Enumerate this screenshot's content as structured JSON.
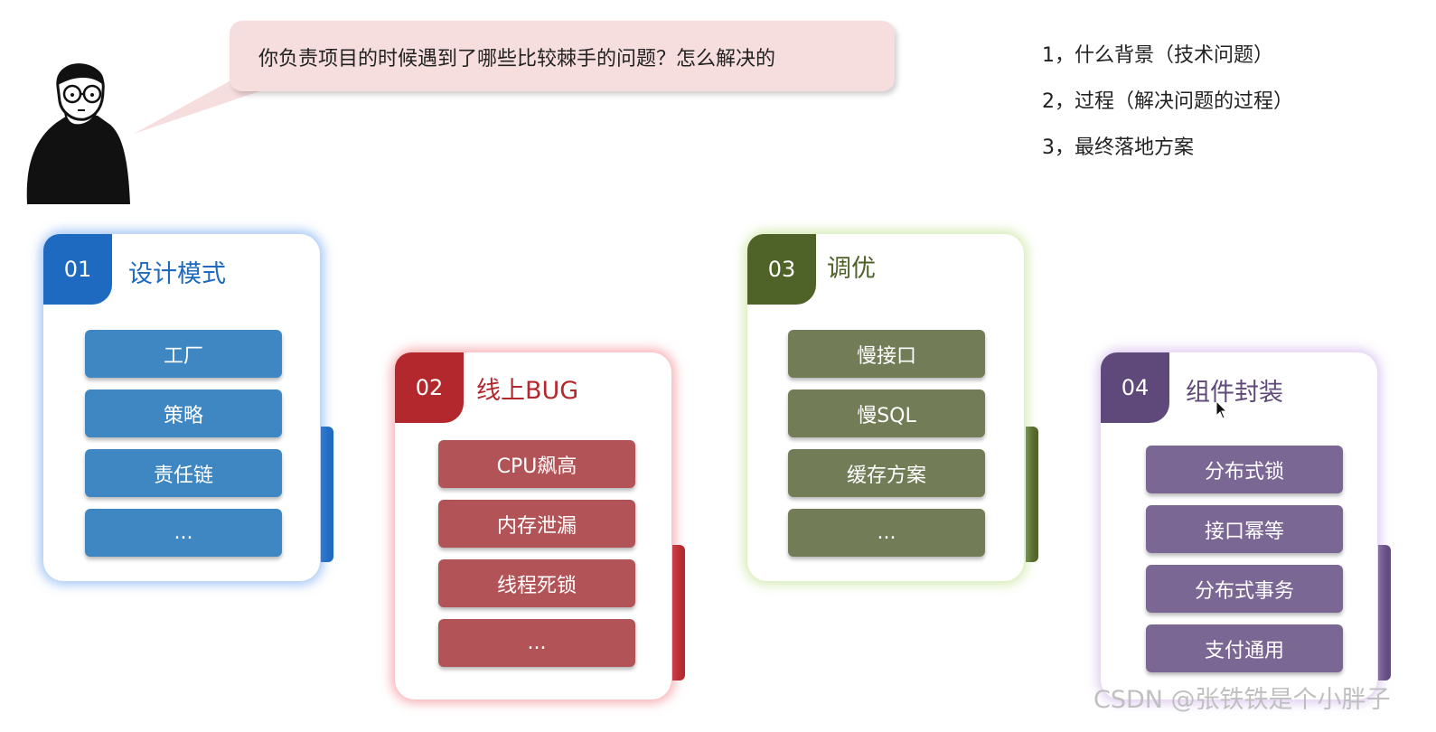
{
  "question": "你负责项目的时候遇到了哪些比较棘手的问题？怎么解决的",
  "steps": [
    "1，什么背景（技术问题）",
    "2，过程（解决问题的过程）",
    "3，最终落地方案"
  ],
  "cards": [
    {
      "num": "01",
      "title": "设计模式",
      "color": "#1e6ac0",
      "item_color": "#3e87c3",
      "items": [
        "工厂",
        "策略",
        "责任链",
        "..."
      ]
    },
    {
      "num": "02",
      "title": "线上BUG",
      "color": "#b3282d",
      "item_color": "#b25457",
      "items": [
        "CPU飙高",
        "内存泄漏",
        "线程死锁",
        "..."
      ]
    },
    {
      "num": "03",
      "title": "调优",
      "color": "#4f6228",
      "item_color": "#727c56",
      "items": [
        "慢接口",
        "慢SQL",
        "缓存方案",
        "..."
      ]
    },
    {
      "num": "04",
      "title": "组件封装",
      "color": "#5f497a",
      "item_color": "#7a6794",
      "items": [
        "分布式锁",
        "接口幂等",
        "分布式事务",
        "支付通用"
      ]
    }
  ],
  "watermark": "CSDN @张铁铁是个小胖子"
}
